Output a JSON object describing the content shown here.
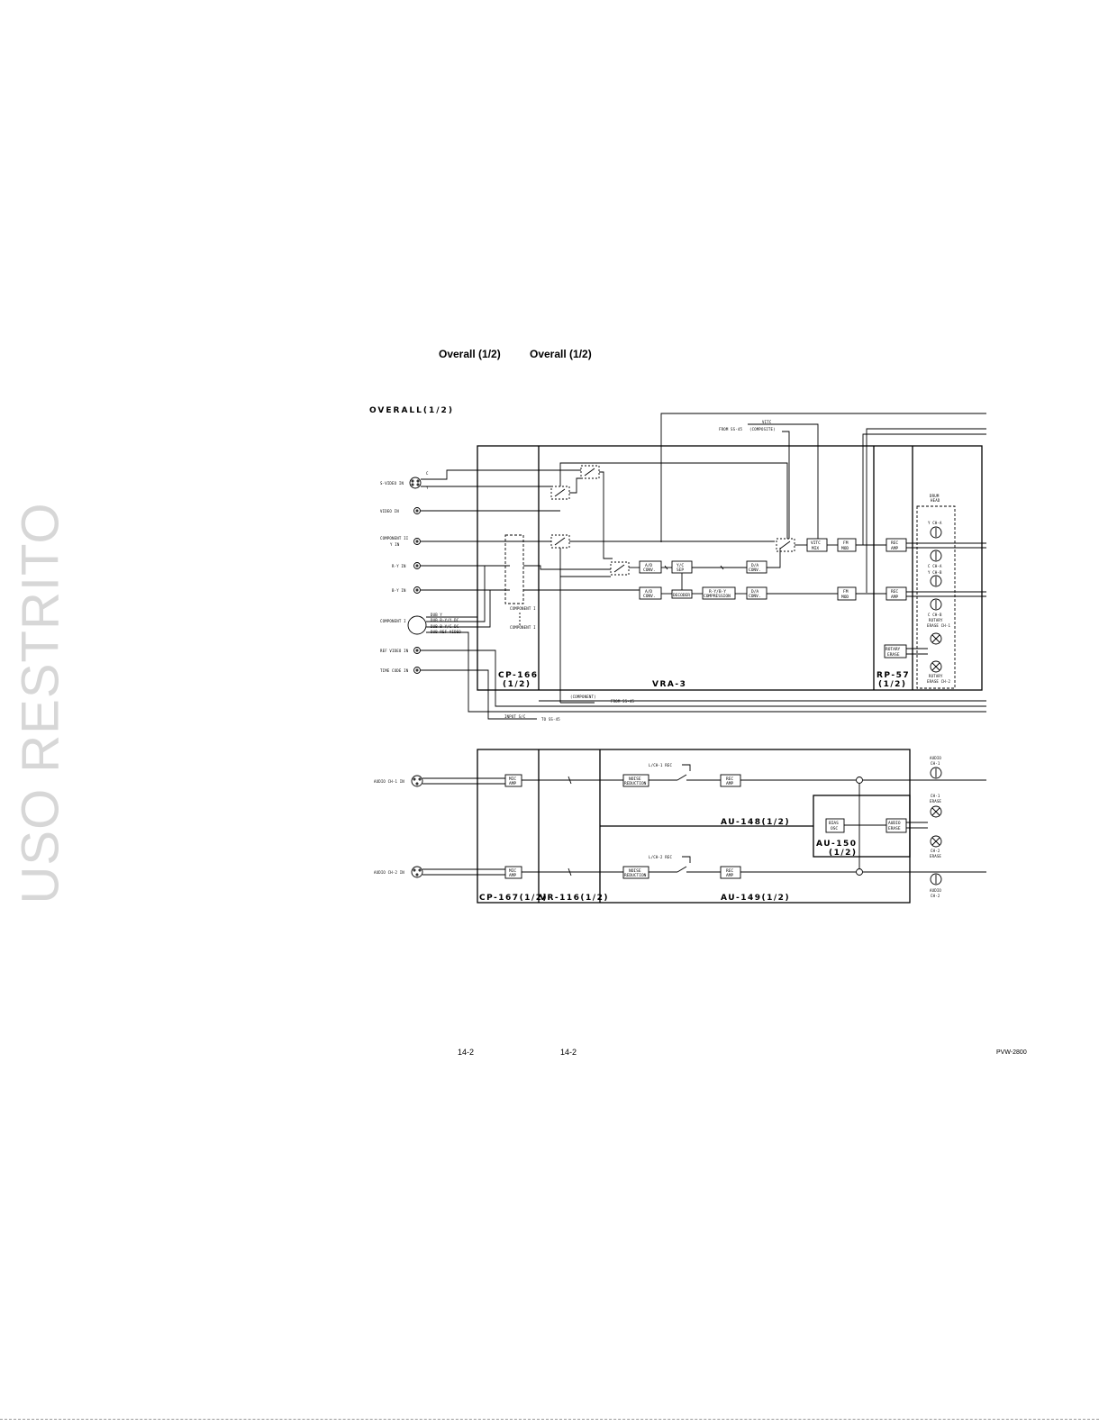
{
  "watermark": "USO RESTRITO",
  "header": {
    "left": "Overall (1/2)",
    "right": "Overall (1/2)"
  },
  "footer": {
    "page_left": "14-2",
    "page_right": "14-2",
    "model": "PVW-2800"
  },
  "diagram": {
    "title": "OVERALL(1/2)",
    "boards": {
      "cp166": "CP-166",
      "cp166_part": "(1/2)",
      "vra3": "VRA-3",
      "rp57": "RP-57",
      "rp57_part": "(1/2)",
      "cp167": "CP-167(1/2)",
      "vr116": "VR-116(1/2)",
      "au148": "AU-148(1/2)",
      "au149": "AU-149(1/2)",
      "au150": "AU-150",
      "au150_part": "(1/2)"
    },
    "inputs": {
      "svideo": "S-VIDEO IN",
      "video": "VIDEO IN",
      "comp_ry": "COMPONENT II",
      "comp_ry2": "Y IN",
      "ry": "R-Y IN",
      "by": "B-Y IN",
      "component1": "COMPONENT I",
      "ref": "REF VIDEO IN",
      "timecode": "TIME CODE IN",
      "audio1": "AUDIO CH-1 IN",
      "audio2": "AUDIO CH-2 IN",
      "c": "C",
      "y": "Y"
    },
    "dub": {
      "y": "DUB Y",
      "ry": "DUB R-Y/Y DC",
      "by": "DUB B-Y/C DC",
      "ref": "DUB REF VIDEO"
    },
    "blocks": {
      "ad1": "A/D",
      "ad1b": "CONV.",
      "ad2": "A/D",
      "ad2b": "CONV.",
      "yc": "Y/C",
      "ycb": "SEP",
      "decoder": "DECODER",
      "compress": "R-Y/B-Y",
      "compressb": "COMPRESSION",
      "da1": "D/A",
      "da1b": "CONV.",
      "da2": "D/A",
      "da2b": "CONV.",
      "vitc": "VITC",
      "vitcb": "MIX",
      "fm1": "FM",
      "fm1b": "MOD",
      "fm2": "FM",
      "fm2b": "MOD",
      "rec1": "REC",
      "rec1b": "AMP",
      "rec2": "REC",
      "rec2b": "AMP",
      "rotary": "ROTARY",
      "rotaryb": "ERASE",
      "mic1": "MIC",
      "mic1b": "AMP",
      "mic2": "MIC",
      "mic2b": "AMP",
      "nr1": "NOISE",
      "nr1b": "REDUCTION",
      "nr2": "NOISE",
      "nr2b": "REDUCTION",
      "arec1": "REC",
      "arec1b": "AMP",
      "arec2": "REC",
      "arec2b": "AMP",
      "bias": "BIAS",
      "biasb": "OSC",
      "aerase": "AUDIO",
      "aeraseb": "ERASE"
    },
    "notes": {
      "vitc": "VITC",
      "from_ss": "FROM SS-45",
      "composite": "(COMPOSITE)",
      "component_ry": "COMPONENT I",
      "component_by": "COMPONENT I",
      "icomponent": "(COMPONENT)",
      "from_ss2": "FROM SS-45",
      "input_sw": "INPUT S/C",
      "to_ss": "TO SS-45",
      "ch1rec": "L/CH-1 REC",
      "ch2rec": "L/CH-2 REC"
    },
    "heads": {
      "group": "DRUM",
      "groupb": "HEAD",
      "ych_a": "Y CH-A",
      "cch_a": "C CH-A",
      "ych_b": "Y CH-B",
      "cch_b": "C CH-B",
      "rot_erase1": "ROTARY",
      "rot_erase1b": "ERASE CH-1",
      "rot_erase2": "ROTARY",
      "rot_erase2b": "ERASE CH-2",
      "audio_ch1": "AUDIO",
      "audio_ch1b": "CH-1",
      "erase1": "CH-1",
      "erase1b": "ERASE",
      "erase2": "CH-2",
      "erase2b": "ERASE",
      "audio_ch2": "AUDIO",
      "audio_ch2b": "CH-2"
    },
    "colors": {
      "line": "#000000",
      "watermark": "#d7d7d7"
    }
  }
}
